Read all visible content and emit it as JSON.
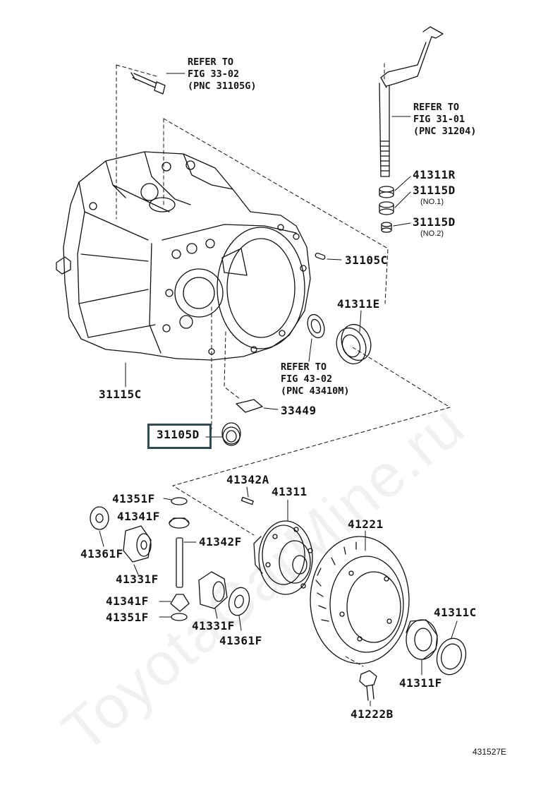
{
  "watermark": "ToyotaCarMine.ru",
  "figure_id": "431527E",
  "refs": {
    "fig33": "REFER TO\nFIG 33-02\n(PNC 31105G)",
    "fig31": "REFER TO\nFIG 31-01\n(PNC 31204)",
    "fig43": "REFER TO\nFIG 43-02\n(PNC 43410M)"
  },
  "labels": {
    "p41311R": "41311R",
    "p31115D_1": "31115D",
    "no1": "(NO.1)",
    "p31115D_2": "31115D",
    "no2": "(NO.2)",
    "p31105C": "31105C",
    "p41311E": "41311E",
    "p31115C": "31115C",
    "p33449": "33449",
    "p31105D": "31105D",
    "p41342A": "41342A",
    "p41311": "41311",
    "p41351F_top": "41351F",
    "p41341F_top": "41341F",
    "p41361F_left": "41361F",
    "p41342F": "41342F",
    "p41331F_left": "41331F",
    "p41221": "41221",
    "p41341F_bot": "41341F",
    "p41351F_bot": "41351F",
    "p41331F_mid": "41331F",
    "p41361F_mid": "41361F",
    "p41311C": "41311C",
    "p41311F": "41311F",
    "p41222B": "41222B"
  },
  "highlight_part": "31105D"
}
